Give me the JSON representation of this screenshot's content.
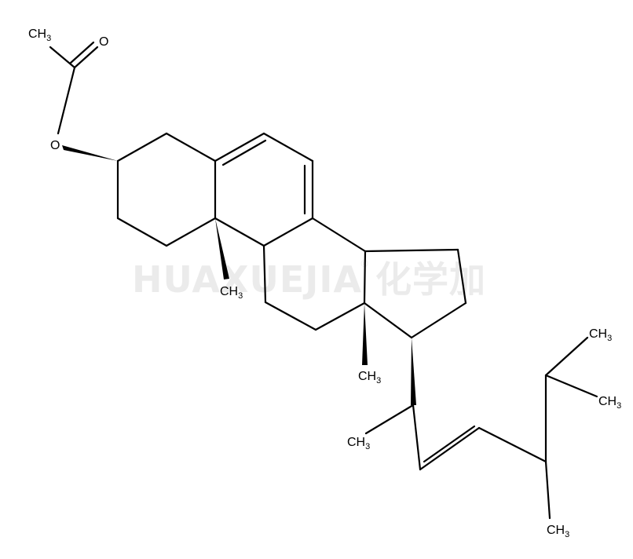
{
  "watermark": {
    "text": "HUAXUEJIA",
    "registered": "®",
    "chinese": "化学加"
  },
  "labels": {
    "acetyl_methyl": "CH",
    "carbonyl_oxygen": "O",
    "ester_oxygen": "O",
    "c10_methyl": "CH",
    "c13_methyl": "CH",
    "c21_methyl": "CH",
    "c26_methyl": "CH",
    "c27_methyl": "CH",
    "c28_methyl": "CH",
    "methyl_subscript": "3"
  }
}
